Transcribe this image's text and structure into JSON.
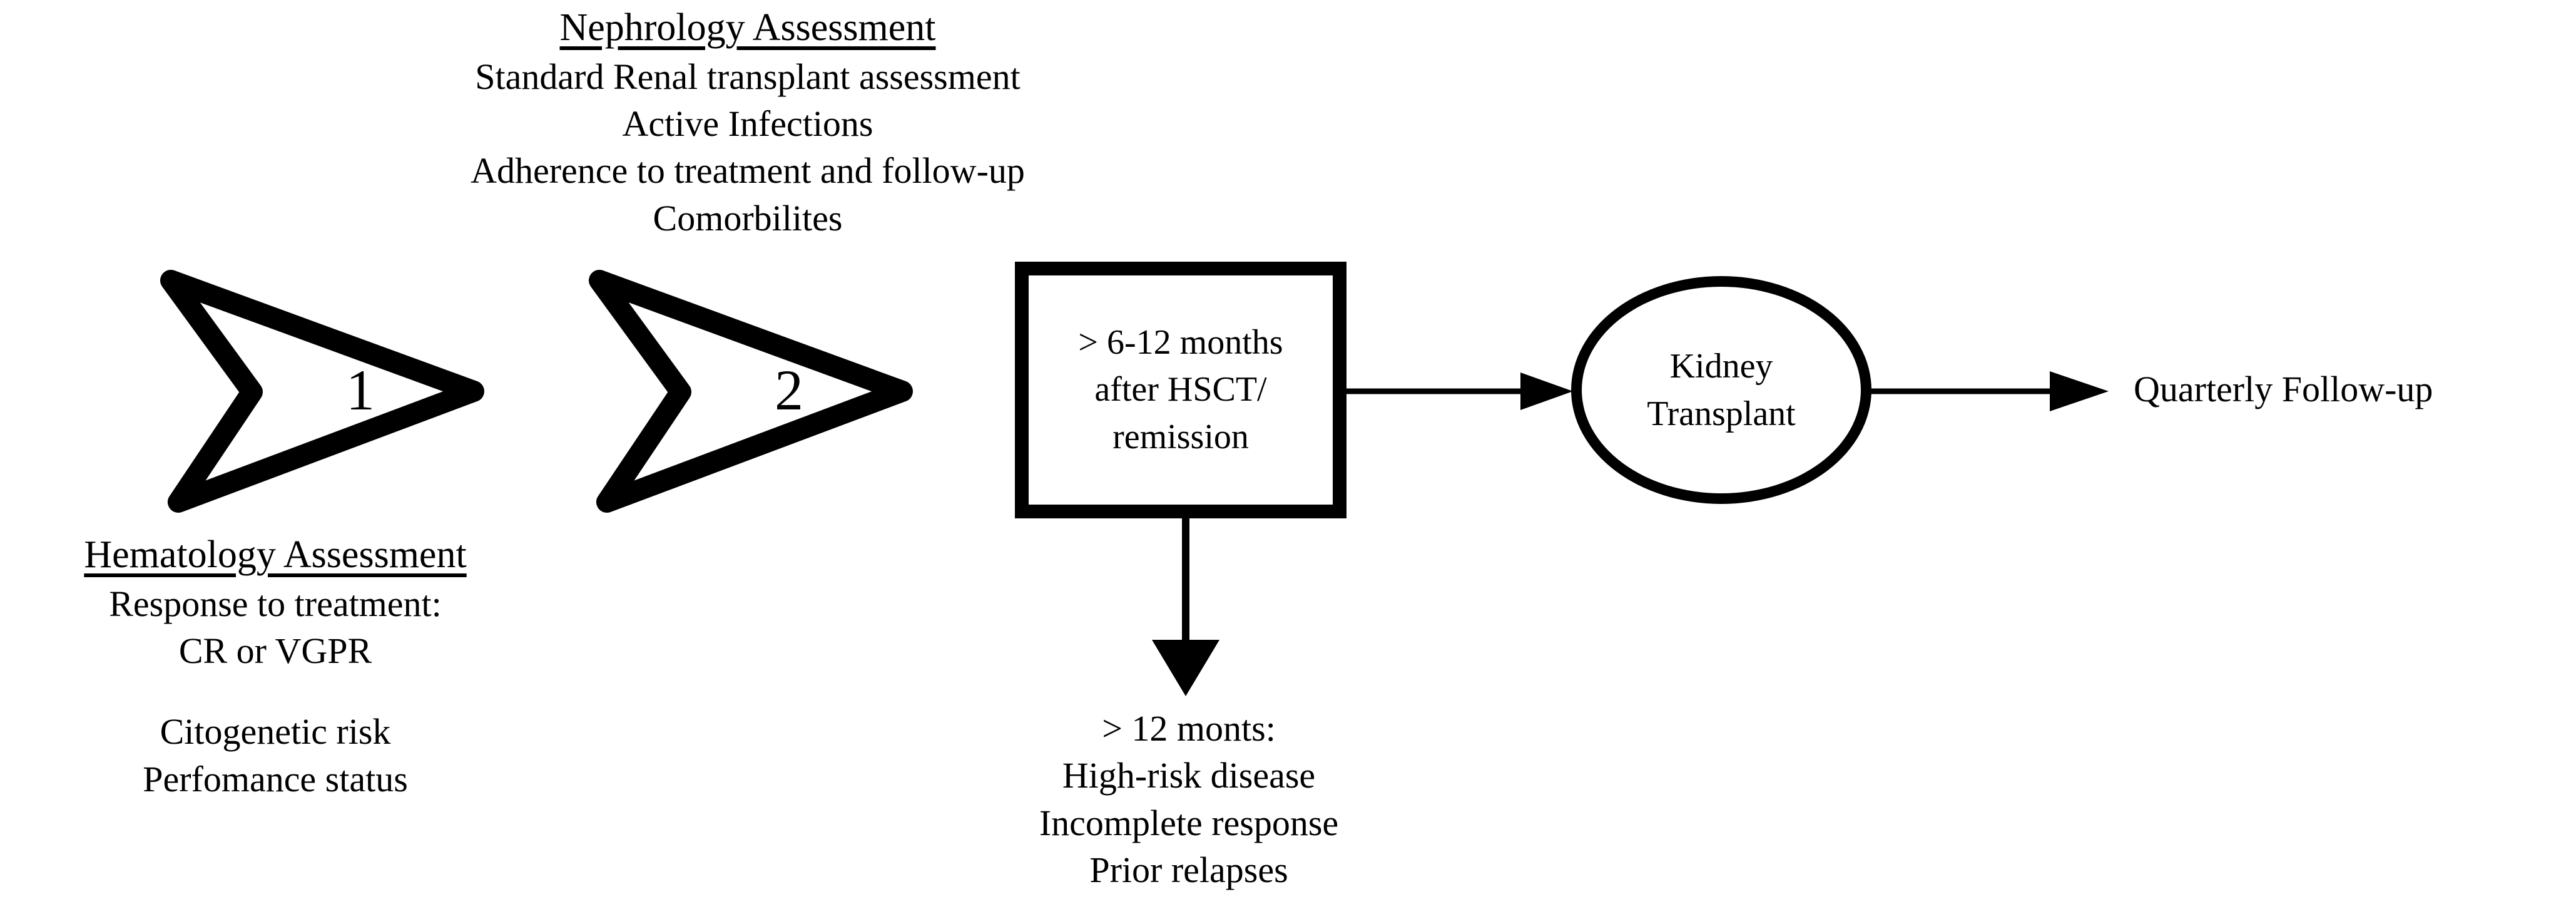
{
  "diagram": {
    "title_absent": true,
    "background_color": "#ffffff",
    "stroke_color": "#000000"
  },
  "nephrology": {
    "heading": "Nephrology Assessment",
    "lines": [
      "Standard Renal transplant assessment",
      "Active Infections",
      "Adherence to treatment and follow-up",
      "Comorbilites"
    ]
  },
  "hematology": {
    "heading": "Hematology Assessment",
    "lines_top": [
      "Response to treatment:",
      "CR or VGPR"
    ],
    "lines_bottom": [
      "Citogenetic risk",
      "Perfomance status"
    ]
  },
  "steps": {
    "step_one_label": "1",
    "step_two_label": "2"
  },
  "decision_box": {
    "lines": [
      "> 6-12 months",
      "after HSCT/",
      "remission"
    ]
  },
  "kidney_node": {
    "lines": [
      "Kidney",
      "Transplant"
    ]
  },
  "outcome": {
    "label": "Quarterly Follow-up"
  },
  "below_note": {
    "lines": [
      "> 12 monts:",
      "High-risk disease",
      "Incomplete response",
      "Prior relapses"
    ]
  },
  "icons": {
    "chevron_one": "chevron-arrow-icon",
    "chevron_two": "chevron-arrow-icon",
    "arrow_box_to_kidney": "right-arrow-icon",
    "arrow_kidney_to_followup": "right-arrow-icon",
    "arrow_box_down": "down-arrow-icon"
  }
}
